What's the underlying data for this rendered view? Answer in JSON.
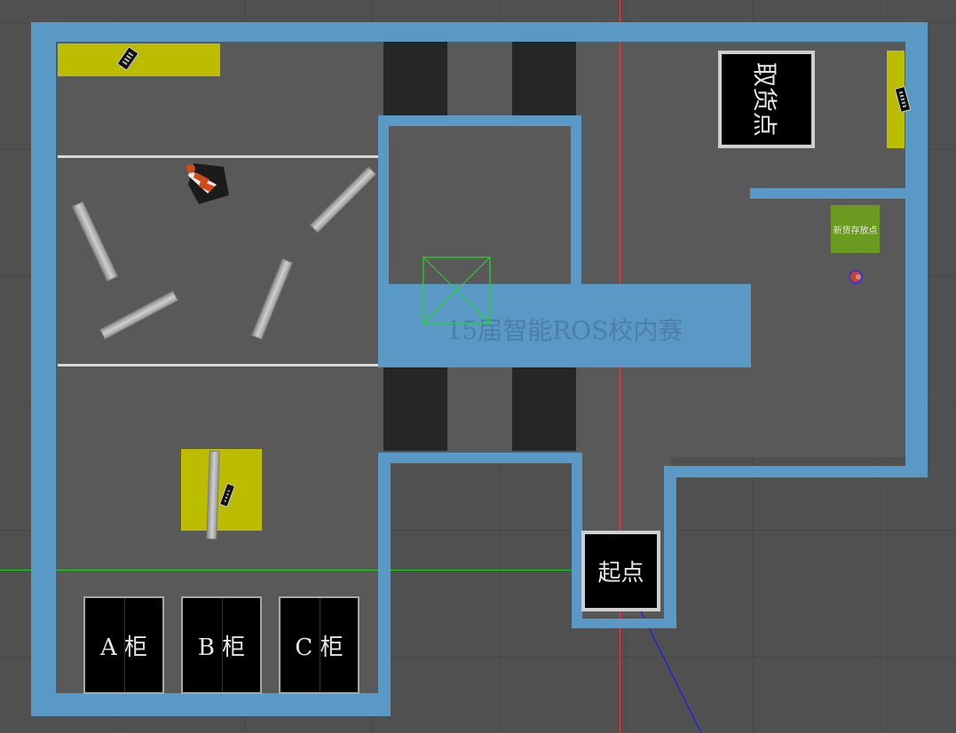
{
  "scene": {
    "banner_text": "15届智能ROS校内赛",
    "pickup_label": "取货点",
    "start_label": "起点",
    "new_goods_label": "新货存放点",
    "cabinets": [
      "A 柜",
      "B 柜",
      "C 柜"
    ]
  },
  "colors": {
    "wall": "#5a98c6",
    "floor": "#595959",
    "yellow_zone": "#bcbc00",
    "green_zone": "#6a9a1f",
    "x_axis": "#ff3b3b",
    "y_axis": "#22cc22",
    "z_axis": "#1a1aff"
  },
  "icons": {
    "cone": "traffic-cone-icon",
    "robot": "robot-marker-icon",
    "selection": "selection-box-icon"
  }
}
